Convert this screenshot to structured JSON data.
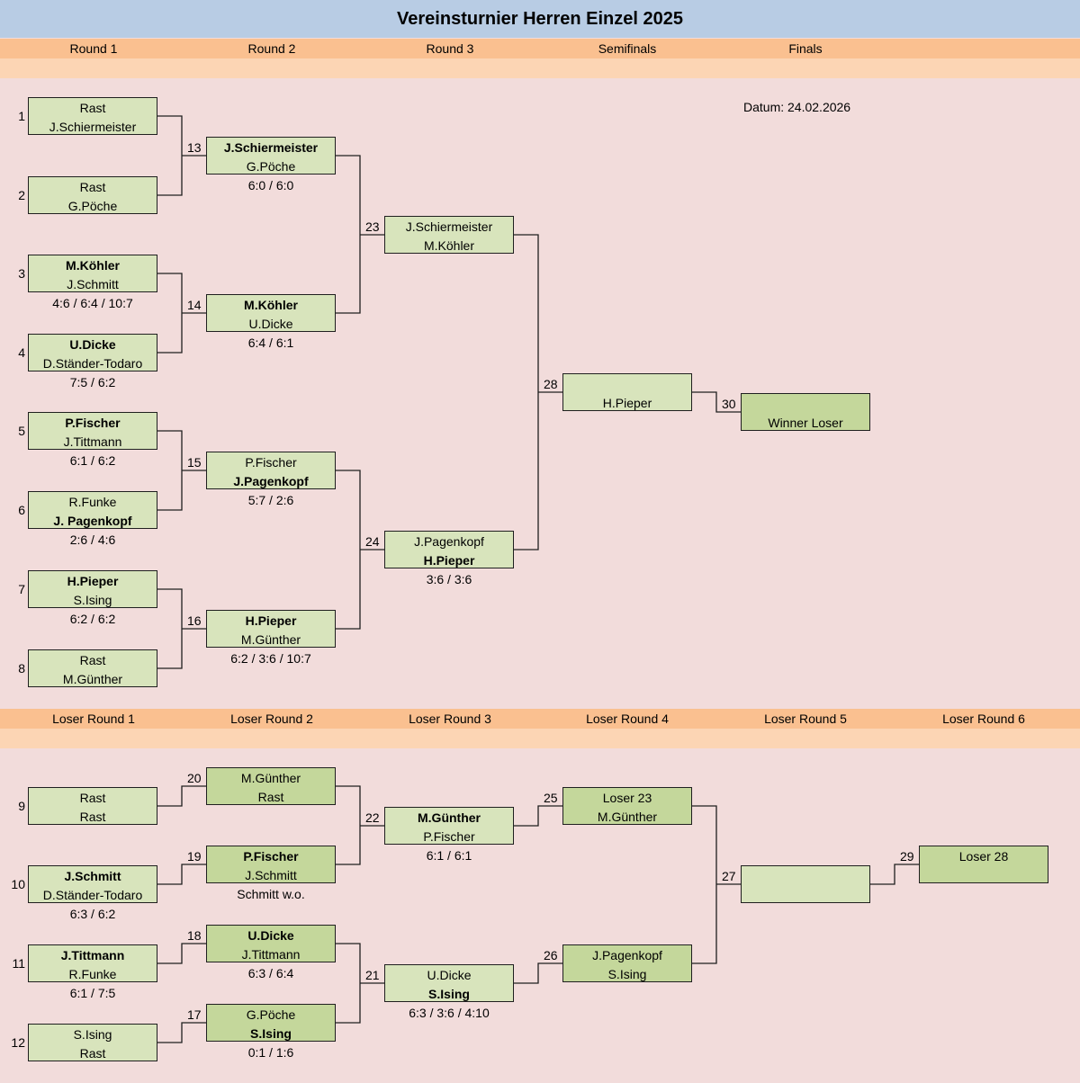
{
  "title": "Vereinsturnier Herren Einzel 2025",
  "date_label": "Datum: 24.02.2026",
  "winner_rounds": [
    "Round 1",
    "Round 2",
    "Round 3",
    "Semifinals",
    "Finals"
  ],
  "loser_rounds": [
    "Loser Round 1",
    "Loser Round 2",
    "Loser Round 3",
    "Loser Round 4",
    "Loser Round 5",
    "Loser Round 6"
  ],
  "matches": [
    {
      "id": "m1",
      "num": "1",
      "top": "Rast",
      "bottom": "J.Schiermeister",
      "winner": "",
      "score": ""
    },
    {
      "id": "m2",
      "num": "2",
      "top": "Rast",
      "bottom": "G.Pöche",
      "winner": "",
      "score": ""
    },
    {
      "id": "m3",
      "num": "3",
      "top": "M.Köhler",
      "bottom": "J.Schmitt",
      "winner": "top",
      "score": "4:6 / 6:4 / 10:7"
    },
    {
      "id": "m4",
      "num": "4",
      "top": "U.Dicke",
      "bottom": "D.Ständer-Todaro",
      "winner": "top",
      "score": "7:5 / 6:2"
    },
    {
      "id": "m5",
      "num": "5",
      "top": "P.Fischer",
      "bottom": "J.Tittmann",
      "winner": "top",
      "score": "6:1 / 6:2"
    },
    {
      "id": "m6",
      "num": "6",
      "top": "R.Funke",
      "bottom": "J. Pagenkopf",
      "winner": "bottom",
      "score": "2:6 / 4:6"
    },
    {
      "id": "m7",
      "num": "7",
      "top": "H.Pieper",
      "bottom": "S.Ising",
      "winner": "top",
      "score": "6:2 / 6:2"
    },
    {
      "id": "m8",
      "num": "8",
      "top": "Rast",
      "bottom": "M.Günther",
      "winner": "",
      "score": ""
    },
    {
      "id": "m13",
      "num": "13",
      "top": "J.Schiermeister",
      "bottom": "G.Pöche",
      "winner": "top",
      "score": "6:0 / 6:0"
    },
    {
      "id": "m14",
      "num": "14",
      "top": "M.Köhler",
      "bottom": "U.Dicke",
      "winner": "top",
      "score": "6:4 / 6:1"
    },
    {
      "id": "m15",
      "num": "15",
      "top": "P.Fischer",
      "bottom": "J.Pagenkopf",
      "winner": "bottom",
      "score": "5:7 / 2:6"
    },
    {
      "id": "m16",
      "num": "16",
      "top": "H.Pieper",
      "bottom": "M.Günther",
      "winner": "top",
      "score": "6:2 / 3:6 / 10:7"
    },
    {
      "id": "m23",
      "num": "23",
      "top": "J.Schiermeister",
      "bottom": "M.Köhler",
      "winner": "",
      "score": ""
    },
    {
      "id": "m24",
      "num": "24",
      "top": "J.Pagenkopf",
      "bottom": "H.Pieper",
      "winner": "bottom",
      "score": "3:6 / 3:6"
    },
    {
      "id": "m28",
      "num": "28",
      "top": "",
      "bottom": "H.Pieper",
      "winner": "",
      "score": ""
    },
    {
      "id": "m30",
      "num": "30",
      "top": "",
      "bottom": "Winner Loser",
      "winner": "",
      "score": ""
    },
    {
      "id": "m9",
      "num": "9",
      "top": "Rast",
      "bottom": "Rast",
      "winner": "",
      "score": ""
    },
    {
      "id": "m10",
      "num": "10",
      "top": "J.Schmitt",
      "bottom": "D.Ständer-Todaro",
      "winner": "top",
      "score": "6:3 / 6:2"
    },
    {
      "id": "m11",
      "num": "11",
      "top": "J.Tittmann",
      "bottom": "R.Funke",
      "winner": "top",
      "score": "6:1 / 7:5"
    },
    {
      "id": "m12",
      "num": "12",
      "top": "S.Ising",
      "bottom": "Rast",
      "winner": "",
      "score": ""
    },
    {
      "id": "m20",
      "num": "20",
      "top": "M.Günther",
      "bottom": "Rast",
      "winner": "",
      "score": ""
    },
    {
      "id": "m19",
      "num": "19",
      "top": "P.Fischer",
      "bottom": "J.Schmitt",
      "winner": "top",
      "score": "Schmitt w.o."
    },
    {
      "id": "m18",
      "num": "18",
      "top": "U.Dicke",
      "bottom": "J.Tittmann",
      "winner": "top",
      "score": "6:3 / 6:4"
    },
    {
      "id": "m17",
      "num": "17",
      "top": "G.Pöche",
      "bottom": "S.Ising",
      "winner": "bottom",
      "score": "0:1 / 1:6"
    },
    {
      "id": "m22",
      "num": "22",
      "top": "M.Günther",
      "bottom": "P.Fischer",
      "winner": "top",
      "score": "6:1 / 6:1"
    },
    {
      "id": "m21",
      "num": "21",
      "top": "U.Dicke",
      "bottom": "S.Ising",
      "winner": "bottom",
      "score": "6:3 / 3:6 / 4:10"
    },
    {
      "id": "m25",
      "num": "25",
      "top": "Loser 23",
      "bottom": "M.Günther",
      "winner": "",
      "score": ""
    },
    {
      "id": "m26",
      "num": "26",
      "top": "J.Pagenkopf",
      "bottom": "S.Ising",
      "winner": "",
      "score": ""
    },
    {
      "id": "m27",
      "num": "27",
      "top": "",
      "bottom": "",
      "winner": "",
      "score": ""
    },
    {
      "id": "m29",
      "num": "29",
      "top": "Loser 28",
      "bottom": "",
      "winner": "",
      "score": ""
    }
  ]
}
